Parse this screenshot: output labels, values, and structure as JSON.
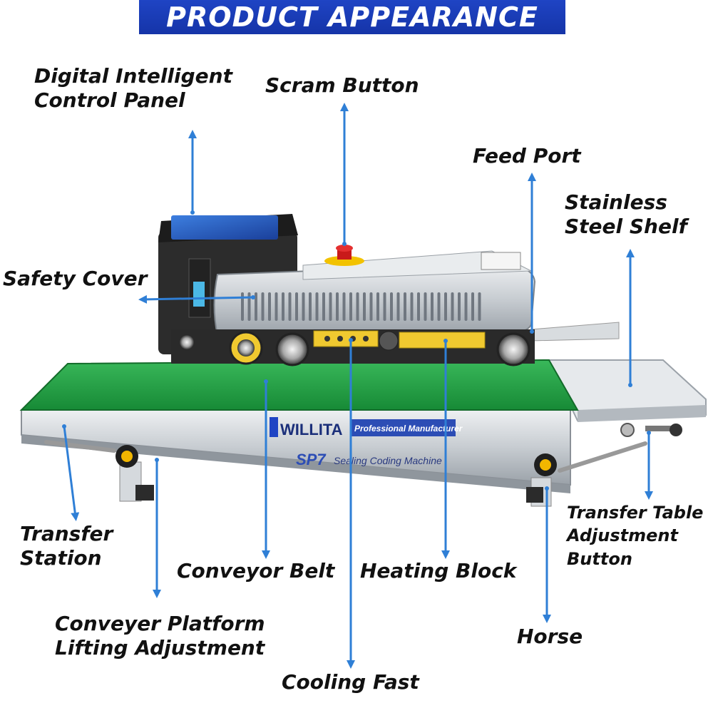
{
  "banner": {
    "title": "PRODUCT APPEARANCE"
  },
  "labels": {
    "control_panel": "Digital Intelligent\nControl Panel",
    "scram_button": "Scram Button",
    "feed_port": "Feed Port",
    "stainless_shelf": "Stainless\nSteel Shelf",
    "safety_cover": "Safety Cover",
    "transfer_station": "Transfer\nStation",
    "conveyor_belt": "Conveyor Belt",
    "heating_block": "Heating Block",
    "transfer_table_button": "Transfer Table\nAdjustment\nButton",
    "conveyer_platform": "Conveyer Platform\nLifting Adjustment",
    "horse": "Horse",
    "cooling_fast": "Cooling Fast"
  },
  "machine": {
    "brand": "WILLITA",
    "brand_tagline": "Professional Manufacturer",
    "model": "SP7",
    "model_desc": "Sealing Coding Machine"
  },
  "colors": {
    "banner": "#1f44c4",
    "arrow": "#2f7fd6",
    "belt": "#23a045",
    "steel": "#c9ced3",
    "knob": "#f2b600"
  }
}
